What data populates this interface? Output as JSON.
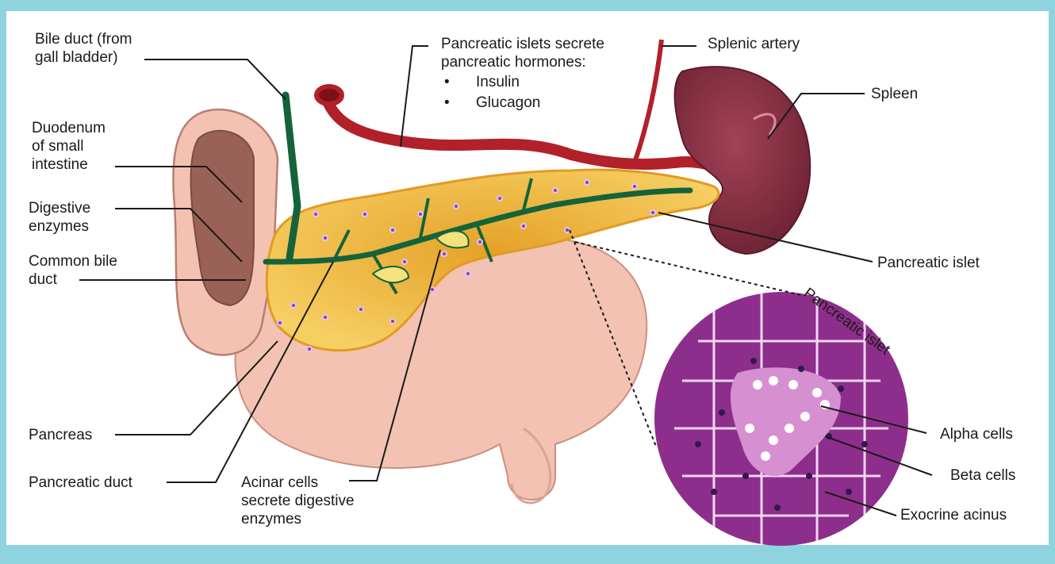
{
  "colors": {
    "frame": "#8fd3df",
    "pancreas": "#f2c24e",
    "duct": "#15633a",
    "artery": "#b2202a",
    "spleen": "#8e3146",
    "intestine": "#f3c2b2",
    "islet_tissue": "#8e2e8c"
  },
  "labels": {
    "bile_duct": "Bile duct (from\ngall bladder)",
    "duodenum": "Duodenum\nof small\nintestine",
    "digestive_enzymes": "Digestive\nenzymes",
    "common_bile_duct": "Common bile\nduct",
    "pancreas": "Pancreas",
    "pancreatic_duct": "Pancreatic duct",
    "acinar_cells": "Acinar cells\nsecrete digestive\nenzymes",
    "islets_secrete": "Pancreatic islets secrete\npancreatic hormones:",
    "hormones": [
      "Insulin",
      "Glucagon"
    ],
    "splenic_artery": "Splenic artery",
    "spleen": "Spleen",
    "pancreatic_islet": "Pancreatic islet",
    "circle_title": "Pancreatic islet",
    "alpha_cells": "Alpha cells",
    "beta_cells": "Beta cells",
    "exocrine_acinus": "Exocrine acinus"
  }
}
